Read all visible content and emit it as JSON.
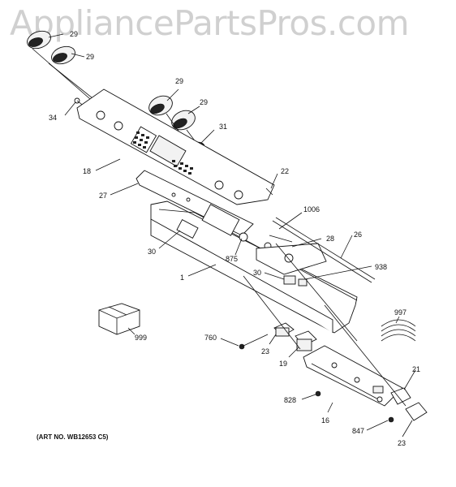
{
  "watermark": "AppliancePartsPros.com",
  "art_number": "(ART NO. WB12653 C5)",
  "callouts": {
    "c29a": "29",
    "c29b": "29",
    "c29c": "29",
    "c29d": "29",
    "c34": "34",
    "c31": "31",
    "c18": "18",
    "c22": "22",
    "c27": "27",
    "c1006": "1006",
    "c28": "28",
    "c26": "26",
    "c30a": "30",
    "c875": "875",
    "c30b": "30",
    "c938": "938",
    "c1": "1",
    "c997": "997",
    "c999": "999",
    "c760": "760",
    "c23a": "23",
    "c19": "19",
    "c21": "21",
    "c828": "828",
    "c16": "16",
    "c847": "847",
    "c23b": "23"
  }
}
